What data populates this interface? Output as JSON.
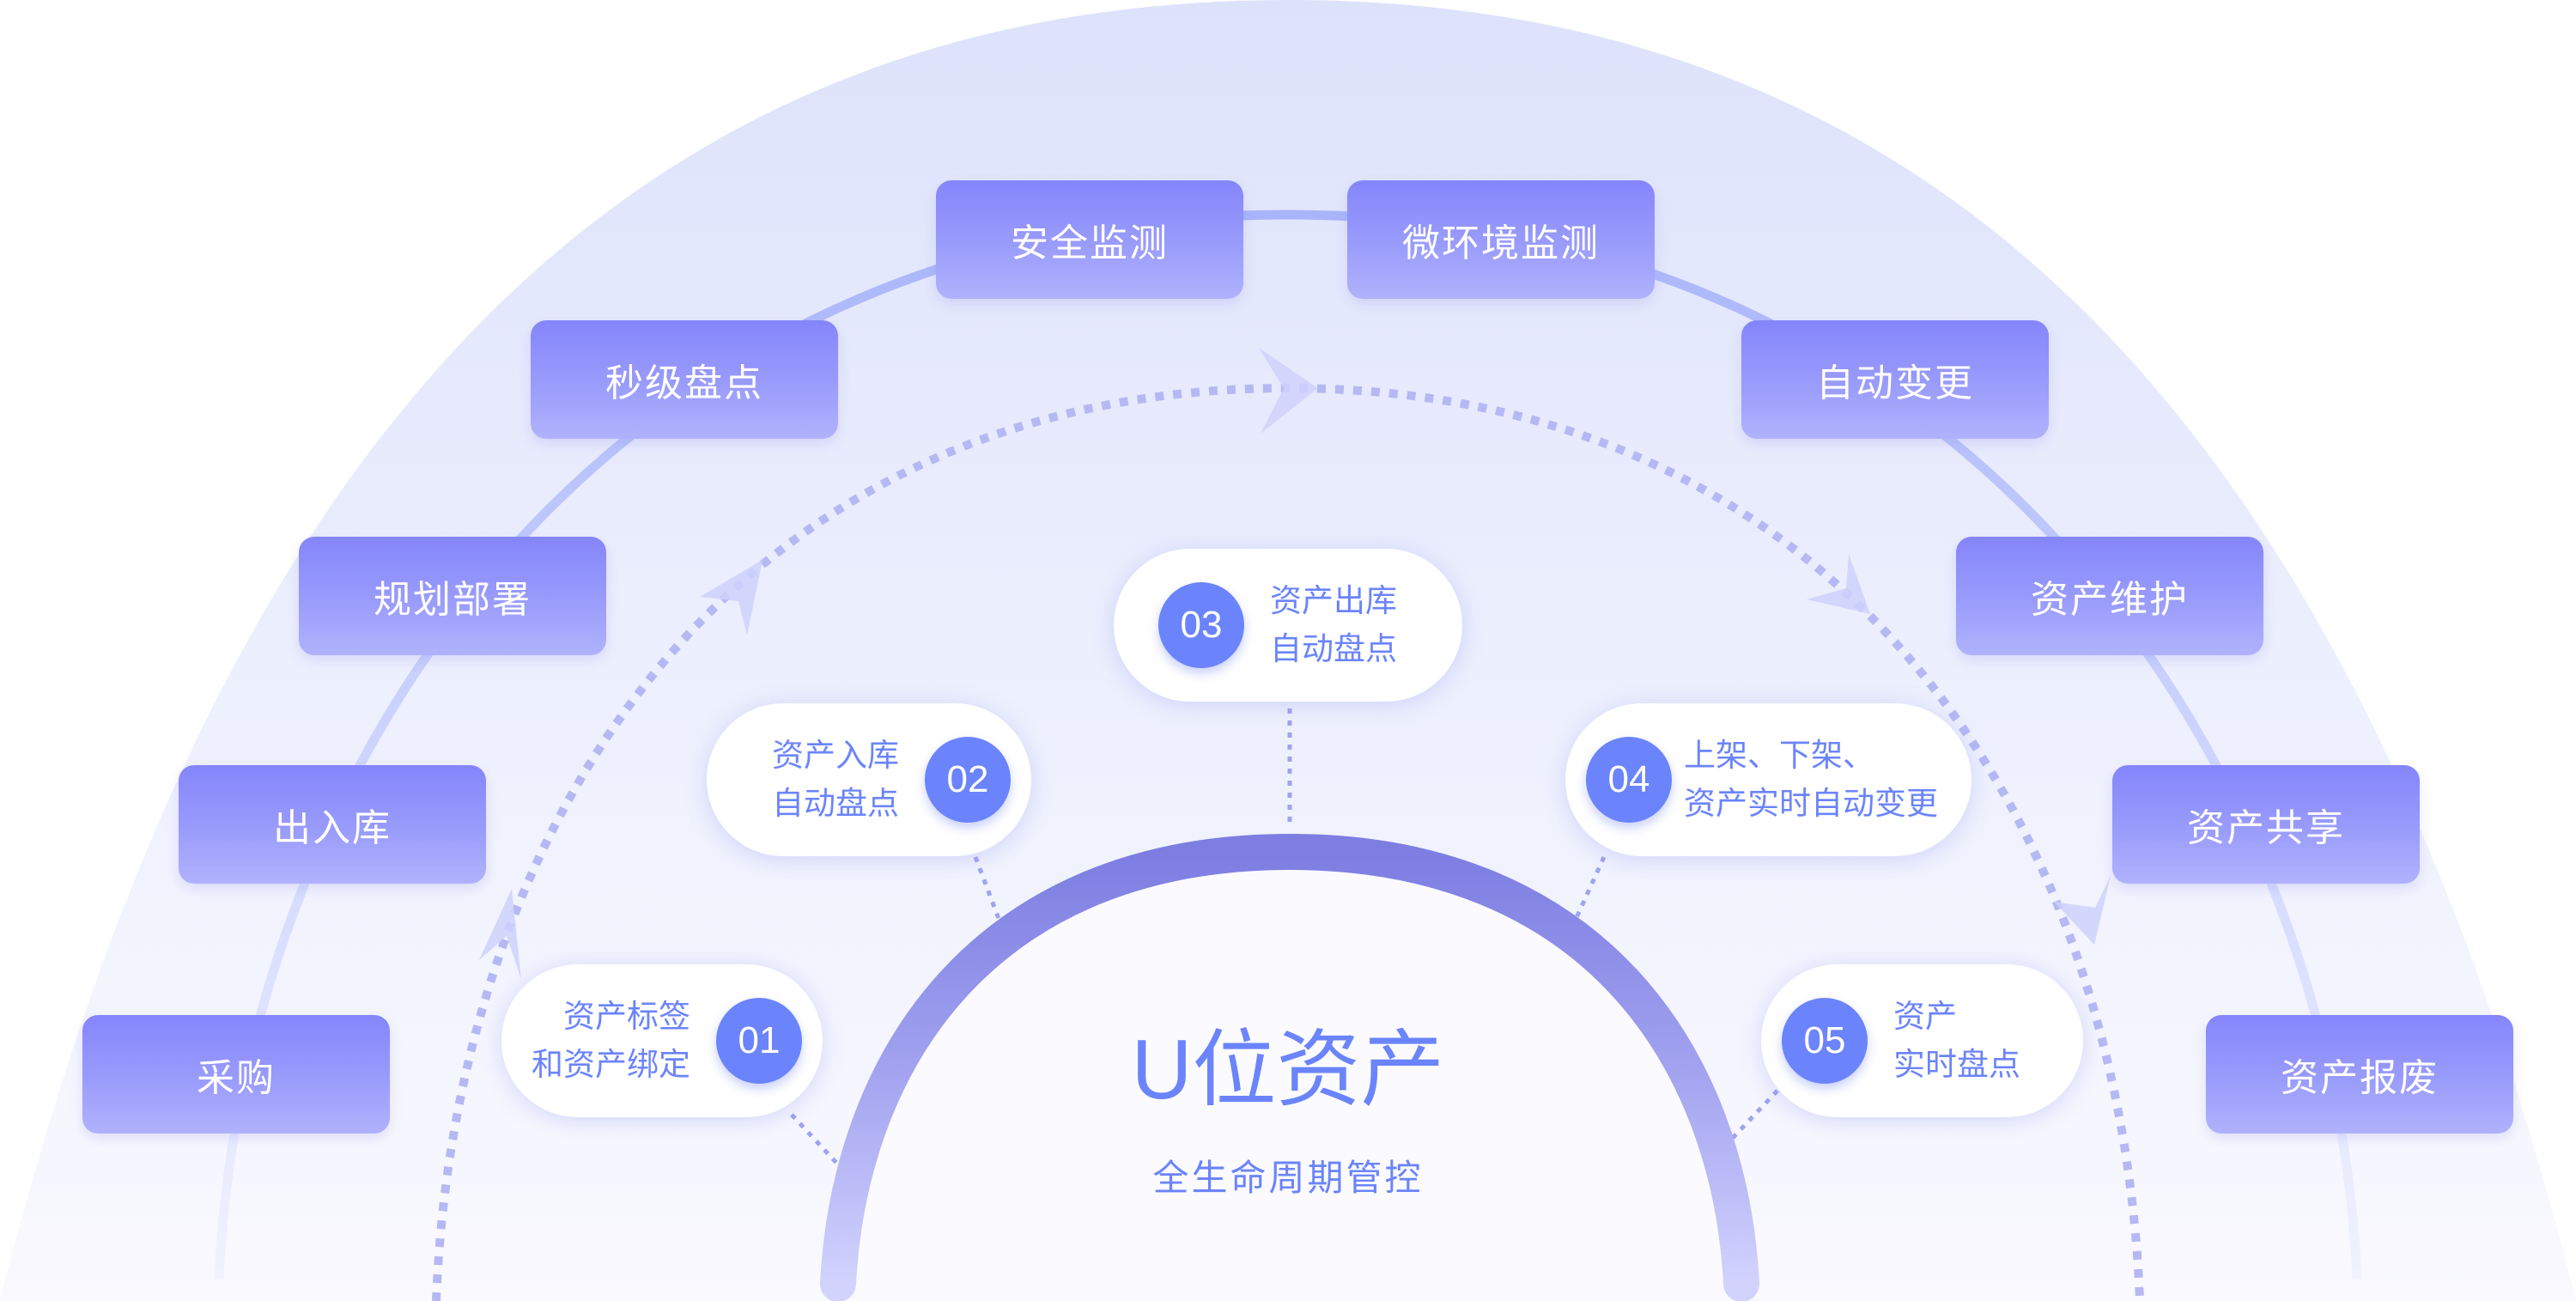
{
  "diagram": {
    "title": "U位资产",
    "subtitle": "全生命周期管控",
    "colors": {
      "accent": "#6b84fc",
      "box_top": "#8585fb",
      "box_bottom": "#b0b2fc",
      "outer_band_top": "#dfe3fb",
      "dotted_path": "#b4b6f4",
      "center_arc_top": "#7f7fe3",
      "center_arc_bottom": "#d1d2fd"
    },
    "lifecycle_stages": [
      {
        "label": "采购"
      },
      {
        "label": "出入库"
      },
      {
        "label": "规划部署"
      },
      {
        "label": "秒级盘点"
      },
      {
        "label": "安全监测"
      },
      {
        "label": "微环境监测"
      },
      {
        "label": "自动变更"
      },
      {
        "label": "资产维护"
      },
      {
        "label": "资产共享"
      },
      {
        "label": "资产报废"
      }
    ],
    "steps": [
      {
        "number": "01",
        "lines": [
          "资产标签",
          "和资产绑定"
        ]
      },
      {
        "number": "02",
        "lines": [
          "资产入库",
          "自动盘点"
        ]
      },
      {
        "number": "03",
        "lines": [
          "资产出库",
          "自动盘点"
        ]
      },
      {
        "number": "04",
        "lines": [
          "上架、下架、",
          "资产实时自动变更"
        ]
      },
      {
        "number": "05",
        "lines": [
          "资产",
          "实时盘点"
        ]
      }
    ]
  }
}
